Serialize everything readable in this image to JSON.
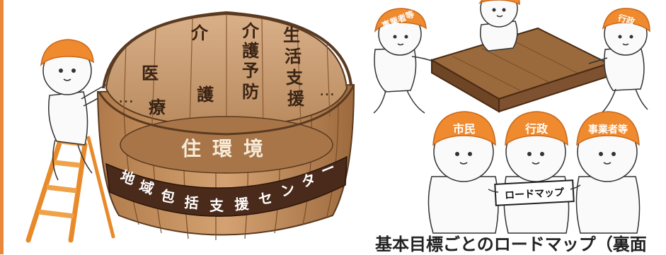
{
  "barrel": {
    "staves": [
      {
        "id": "medical",
        "text": "医療",
        "top": "医",
        "bottom": "療"
      },
      {
        "id": "care",
        "text": "介護",
        "top": "介",
        "bottom": "護"
      },
      {
        "id": "prevention",
        "text": "介護予防",
        "top": "介",
        "bottom": "護予防"
      },
      {
        "id": "life-support",
        "text": "生活支援",
        "top": "生活",
        "bottom": "支援"
      }
    ],
    "ellipsis": "…",
    "floor_label": "住環境",
    "band_label": "地域包括支援センター",
    "band_chars": [
      "地",
      "域",
      "包",
      "括",
      "支",
      "援",
      "セ",
      "ン",
      "タ",
      "ー"
    ]
  },
  "table_scene": {
    "left_helmet": "事業者等",
    "right_helmet": "行政"
  },
  "roadmap_scene": {
    "helmets": [
      "市民",
      "行政",
      "事業者等"
    ],
    "sign_text": "ロードマップ"
  },
  "caption": "基本目標ごとのロードマップ（裏面",
  "colors": {
    "accent_orange": "#ef8a2e",
    "border_orange": "#e9883a",
    "wood_light": "#c99a6a",
    "wood_dark": "#8b5a33",
    "band_dark": "#4a2a1a",
    "body_white": "#fafafa"
  }
}
